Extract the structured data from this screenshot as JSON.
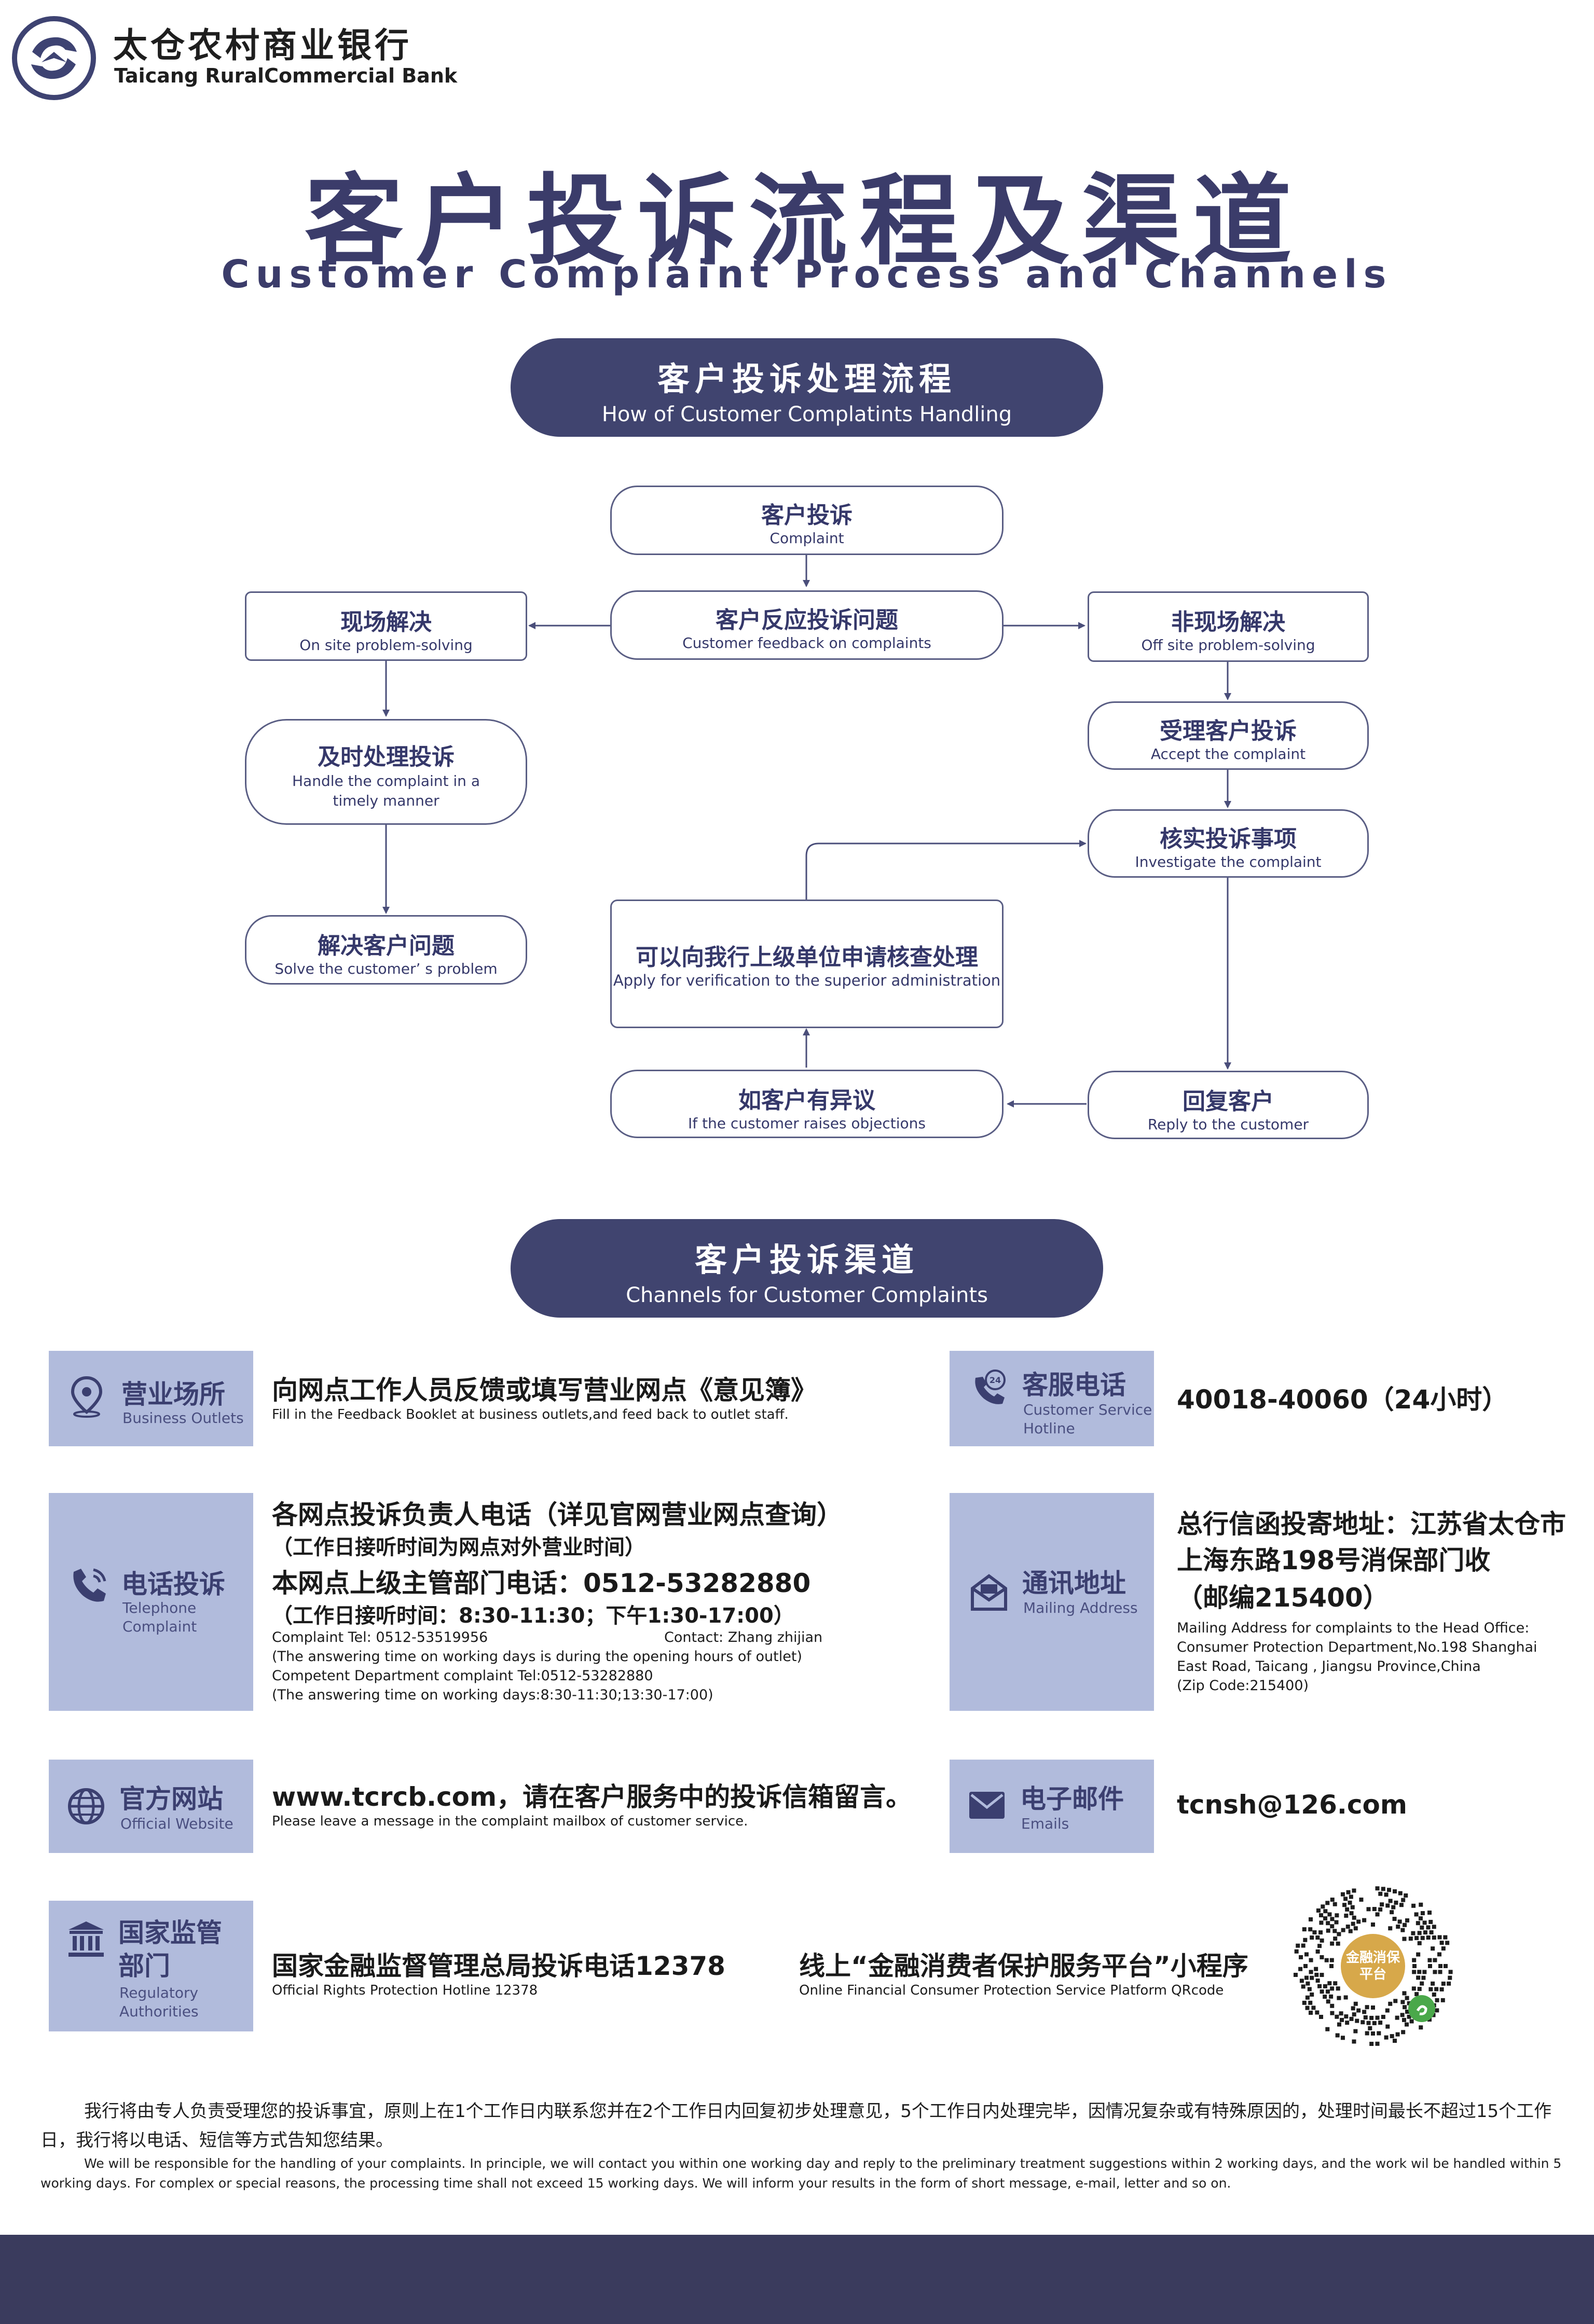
{
  "header": {
    "bank_name": "太仓农村商业银行",
    "bank_name_en": "Taicang RuralCommercial Bank",
    "title": "客户投诉流程及渠道",
    "subtitle": "Customer Complaint Process and Channels"
  },
  "section_process": {
    "title": "客户投诉处理流程",
    "subtitle": "How of Customer Complatints Handling"
  },
  "flow": {
    "complaint": {
      "zh": "客户投诉",
      "en": "Complaint"
    },
    "feedback": {
      "zh": "客户反应投诉问题",
      "en": "Customer feedback on complaints"
    },
    "onsite": {
      "zh": "现场解决",
      "en": "On site problem-solving"
    },
    "offsite": {
      "zh": "非现场解决",
      "en": "Off site problem-solving"
    },
    "timely": {
      "zh": "及时处理投诉",
      "en": "Handle the complaint in a timely manner"
    },
    "accept": {
      "zh": "受理客户投诉",
      "en": "Accept the complaint"
    },
    "investigate": {
      "zh": "核实投诉事项",
      "en": "Investigate the complaint"
    },
    "solve": {
      "zh": "解决客户问题",
      "en": "Solve the customer’ s problem"
    },
    "verify": {
      "zh": "可以向我行上级单位申请核查处理",
      "en": "Apply for verification to the superior administration"
    },
    "objection": {
      "zh": "如客户有异议",
      "en": "If the customer raises objections"
    },
    "reply": {
      "zh": "回复客户",
      "en": "Reply to the customer"
    }
  },
  "section_channels": {
    "title": "客户投诉渠道",
    "subtitle": "Channels for Customer Complaints"
  },
  "channels": {
    "outlets": {
      "label_zh": "营业场所",
      "label_en": "Business Outlets",
      "text_zh": "向网点工作人员反馈或填写营业网点《意见簿》",
      "text_en": "Fill in the Feedback Booklet at business outlets,and feed back to outlet staff."
    },
    "hotline": {
      "label_zh": "客服电话",
      "label_en_1": "Customer Service",
      "label_en_2": "Hotline",
      "icon_text": "24",
      "text": "40018-40060（24小时）"
    },
    "telephone": {
      "label_zh": "电话投诉",
      "label_en_1": "Telephone",
      "label_en_2": "Complaint",
      "line1": "各网点投诉负责人电话（详见官网营业网点查询）",
      "line2": "（工作日接听时间为网点对外营业时间）",
      "line3": "本网点上级主管部门电话：0512-53282880",
      "line4": "（工作日接听时间：8:30-11:30；下午1:30-17:00）",
      "en1a": "Complaint Tel:   0512-53519956",
      "en1b": "Contact:   Zhang zhijian",
      "en2": "(The answering time on working days is during the opening hours of outlet)",
      "en3": "Competent Department complaint Tel:0512-53282880",
      "en4": "(The answering time on working days:8:30-11:30;13:30-17:00)"
    },
    "mailing": {
      "label_zh": "通讯地址",
      "label_en": "Mailing Address",
      "line1": "总行信函投寄地址：江苏省太仓市",
      "line2": "上海东路198号消保部门收",
      "line3": "（邮编215400）",
      "en1": "Mailing Address for complaints to the Head Office:",
      "en2": "Consumer Protection Department,No.198 Shanghai",
      "en3": "East Road, Taicang , Jiangsu Province,China",
      "en4": "(Zip Code:215400)"
    },
    "website": {
      "label_zh": "官方网站",
      "label_en": "Official Website",
      "text_zh": "www.tcrcb.com，请在客户服务中的投诉信箱留言。",
      "text_en": "Please leave a message in the complaint mailbox of customer service."
    },
    "email": {
      "label_zh": "电子邮件",
      "label_en": "Emails",
      "text": "tcnsh@126.com"
    },
    "regulatory": {
      "label_zh_1": "国家监管",
      "label_zh_2": "部门",
      "label_en_1": "Regulatory",
      "label_en_2": "Authorities",
      "text_zh": "国家金融监督管理总局投诉电话12378",
      "text_en": "Official Rights Protection Hotline 12378",
      "platform_zh": "线上“金融消费者保护服务平台”小程序",
      "platform_en": "Online Financial Consumer Protection Service Platform QRcode",
      "qr_zh_1": "金融消保",
      "qr_zh_2": "平台"
    }
  },
  "notice": {
    "zh": "我行将由专人负责受理您的投诉事宜，原则上在1个工作日内联系您并在2个工作日内回复初步处理意见，5个工作日内处理完毕，因情况复杂或有特殊原因的，处理时间最长不超过15个工作日，我行将以电话、短信等方式告知您结果。",
    "en": "We will be responsible for the handling of your complaints. In principle, we will contact you within one working day and reply to the preliminary treatment suggestions within 2 working days, and the work wil be handled within 5 working days. For complex or special reasons, the processing time shall not exceed 15 working days. We will inform your results in the form of short message, e-mail, letter and so on."
  },
  "colors": {
    "primary": "#40446f",
    "label_bg": "#b1bbdc",
    "qr_gold": "#d7a84a"
  }
}
